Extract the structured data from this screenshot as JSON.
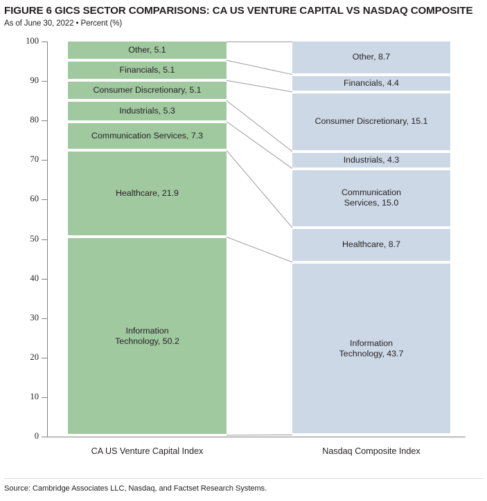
{
  "header": {
    "title": "FIGURE 6  GICS SECTOR COMPARISONS: CA US VENTURE CAPITAL VS NASDAQ COMPOSITE",
    "subtitle": "As of June 30, 2022 • Percent (%)"
  },
  "footer": {
    "source": "Source: Cambridge Associates LLC, Nasdaq, and Factset Research Systems."
  },
  "colors": {
    "left_series": "#a0c9a0",
    "right_series": "#ccd8e6",
    "axis": "#808080",
    "text": "#231f20",
    "connector": "#9a9a9a"
  },
  "chart_data": {
    "type": "bar",
    "subtype": "stacked-100-percent-with-connectors",
    "title": "FIGURE 6  GICS SECTOR COMPARISONS: CA US VENTURE CAPITAL VS NASDAQ COMPOSITE",
    "subtitle": "As of June 30, 2022 • Percent (%)",
    "xlabel": "",
    "ylabel": "",
    "ylim": [
      0,
      100
    ],
    "yticks": [
      0,
      10,
      20,
      30,
      40,
      50,
      60,
      70,
      80,
      90,
      100
    ],
    "ytick_labels": [
      "0",
      "10",
      "20",
      "30",
      "40",
      "50",
      "60",
      "70",
      "80",
      "90",
      "100"
    ],
    "grid": false,
    "legend": "none",
    "categories": [
      "CA US Venture Capital Index",
      "Nasdaq Composite Index"
    ],
    "stack_order_top_to_bottom": [
      "Other",
      "Financials",
      "Consumer Discretionary",
      "Industrials",
      "Communication Services",
      "Healthcare",
      "Information Technology"
    ],
    "series": [
      {
        "name": "CA US Venture Capital Index",
        "color": "#a0c9a0",
        "segments": [
          {
            "sector": "Other",
            "value": 5.1,
            "label": "Other, 5.1"
          },
          {
            "sector": "Financials",
            "value": 5.1,
            "label": "Financials, 5.1"
          },
          {
            "sector": "Consumer Discretionary",
            "value": 5.1,
            "label": "Consumer Discretionary, 5.1"
          },
          {
            "sector": "Industrials",
            "value": 5.3,
            "label": "Industrials, 5.3"
          },
          {
            "sector": "Communication Services",
            "value": 7.3,
            "label": "Communication Services, 7.3"
          },
          {
            "sector": "Healthcare",
            "value": 21.9,
            "label": "Healthcare, 21.9"
          },
          {
            "sector": "Information Technology",
            "value": 50.2,
            "label": "Information\nTechnology, 50.2"
          }
        ]
      },
      {
        "name": "Nasdaq Composite Index",
        "color": "#ccd8e6",
        "segments": [
          {
            "sector": "Other",
            "value": 8.7,
            "label": "Other, 8.7"
          },
          {
            "sector": "Financials",
            "value": 4.4,
            "label": "Financials, 4.4"
          },
          {
            "sector": "Consumer Discretionary",
            "value": 15.1,
            "label": "Consumer Discretionary, 15.1"
          },
          {
            "sector": "Industrials",
            "value": 4.3,
            "label": "Industrials, 4.3"
          },
          {
            "sector": "Communication Services",
            "value": 15.0,
            "label": "Communication\nServices, 15.0"
          },
          {
            "sector": "Healthcare",
            "value": 8.7,
            "label": "Healthcare, 8.7"
          },
          {
            "sector": "Information Technology",
            "value": 43.7,
            "label": "Information\nTechnology, 43.7"
          }
        ]
      }
    ]
  }
}
